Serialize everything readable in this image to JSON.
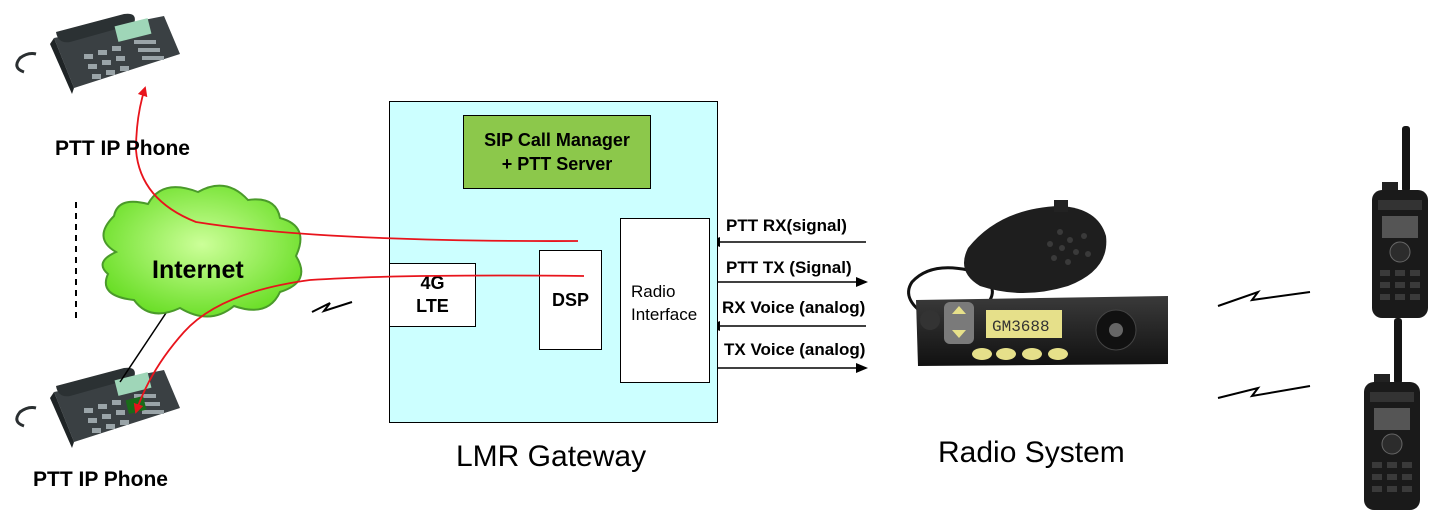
{
  "phones": {
    "top_label": "PTT IP Phone",
    "bottom_label": "PTT IP Phone"
  },
  "cloud": {
    "label": "Internet"
  },
  "gateway": {
    "label": "LMR  Gateway",
    "sip": {
      "line1": "SIP Call Manager",
      "line2": "+ PTT Server"
    },
    "lte": {
      "line1": "4G",
      "line2": "LTE"
    },
    "dsp": "DSP",
    "radio_interface": {
      "line1": "Radio",
      "line2": "Interface"
    }
  },
  "signals": {
    "ptt_rx": "PTT RX(signal)",
    "ptt_tx": "PTT TX (Signal)",
    "rx_voice": "RX Voice (analog)",
    "tx_voice": "TX Voice (analog)"
  },
  "radio_system": {
    "label": "Radio  System"
  },
  "colors": {
    "gateway_fill": "#ccffff",
    "sip_fill": "#8cc84b",
    "cloud_fill": "#99ff66",
    "flow_arrow": "#e8141c",
    "phone_body": "#3a4043",
    "radio_body": "#1c1c1c",
    "radio_display": "#e6e08a"
  },
  "icons": [
    "desk-phone-icon",
    "cloud-icon",
    "mobile-radio-icon",
    "handheld-radio-icon",
    "wireless-link-icon"
  ]
}
